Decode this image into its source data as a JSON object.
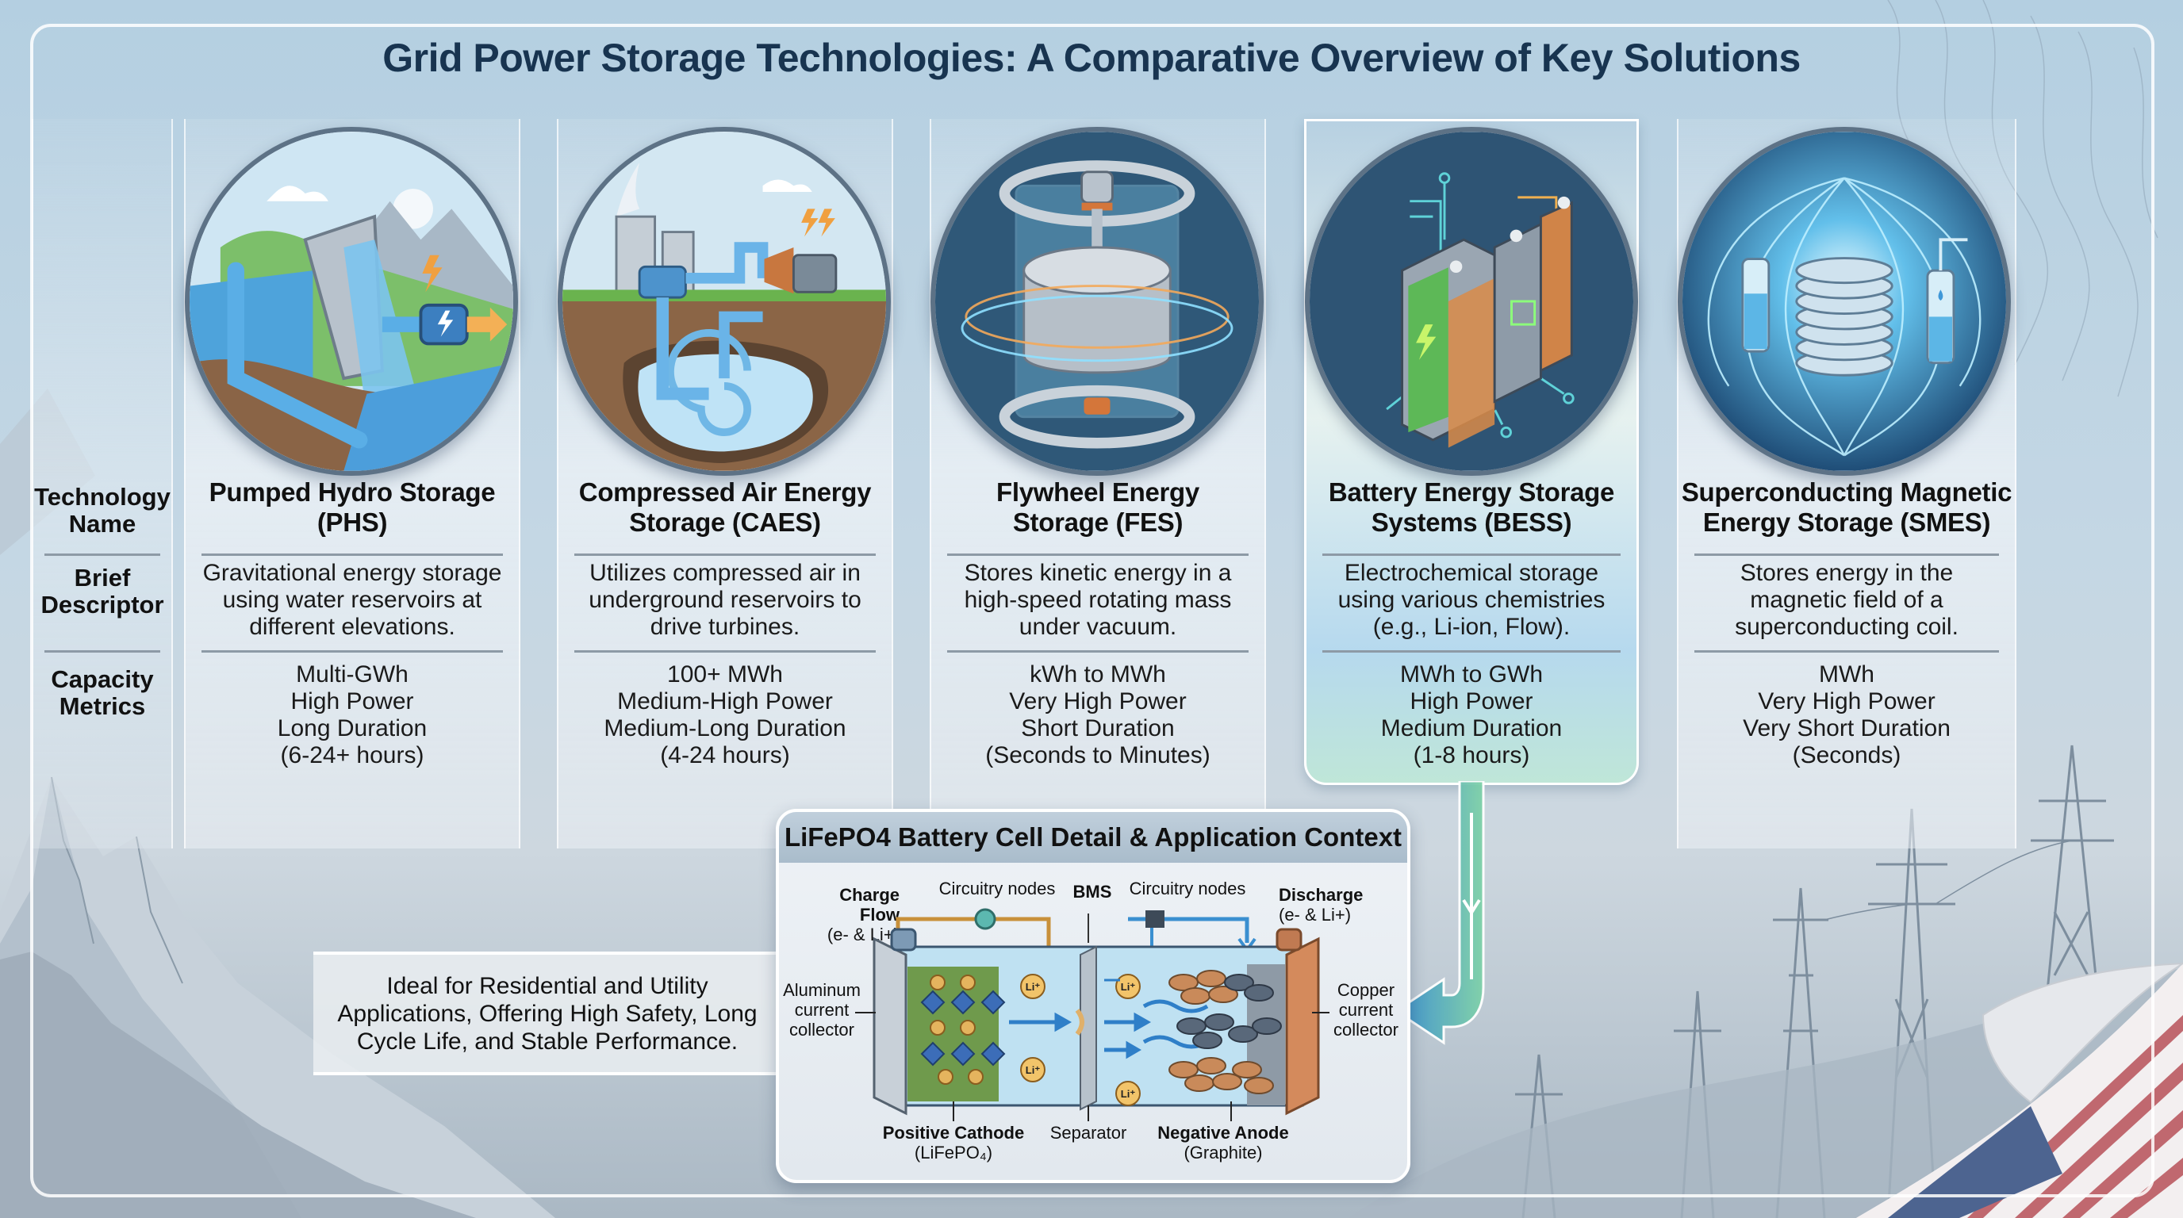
{
  "title": "Grid Power Storage Technologies: A Comparative Overview of Key Solutions",
  "row_labels": {
    "technology_name": "Technology Name",
    "brief_descriptor": "Brief Descriptor",
    "capacity_metrics": "Capacity Metrics"
  },
  "technologies": [
    {
      "id": "phs",
      "icon": "pumped-hydro-dam-icon",
      "name_line1": "Pumped Hydro Storage",
      "name_line2": "(PHS)",
      "descriptor": [
        "Gravitational energy storage",
        "using water reservoirs at",
        "different elevations."
      ],
      "metrics": [
        "Multi-GWh",
        "High Power",
        "Long Duration",
        "(6-24+ hours)"
      ]
    },
    {
      "id": "caes",
      "icon": "compressed-air-cavern-icon",
      "name_line1": "Compressed Air Energy",
      "name_line2": "Storage (CAES)",
      "descriptor": [
        "Utilizes compressed air in",
        "underground reservoirs to",
        "drive turbines."
      ],
      "metrics": [
        "100+ MWh",
        "Medium-High Power",
        "Medium-Long Duration",
        "(4-24 hours)"
      ]
    },
    {
      "id": "fes",
      "icon": "flywheel-icon",
      "name_line1": "Flywheel Energy",
      "name_line2": "Storage (FES)",
      "descriptor": [
        "Stores kinetic energy in a",
        "high-speed rotating mass",
        "under vacuum."
      ],
      "metrics": [
        "kWh to MWh",
        "Very High Power",
        "Short Duration",
        "(Seconds to Minutes)"
      ]
    },
    {
      "id": "bess",
      "icon": "battery-pack-icon",
      "highlighted": true,
      "name_line1": "Battery Energy Storage",
      "name_line2": "Systems (BESS)",
      "descriptor": [
        "Electrochemical storage",
        "using various chemistries",
        "(e.g., Li-ion, Flow)."
      ],
      "metrics": [
        "MWh to GWh",
        "High Power",
        "Medium Duration",
        "(1-8 hours)"
      ]
    },
    {
      "id": "smes",
      "icon": "superconducting-coil-icon",
      "name_line1": "Superconducting Magnetic",
      "name_line2": "Energy Storage (SMES)",
      "descriptor": [
        "Stores energy in the",
        "magnetic field of a",
        "superconducting coil."
      ],
      "metrics": [
        "MWh",
        "Very High Power",
        "Very Short Duration",
        "(Seconds)"
      ]
    }
  ],
  "callout": {
    "text": "Ideal for Residential and Utility Applications, Offering High Safety, Long Cycle Life, and Stable Performance."
  },
  "detail_panel": {
    "title": "LiFePO4 Battery Cell Detail & Application Context",
    "labels": {
      "charge_flow": "Charge Flow",
      "charge_flow_sub": "(e- & Li+)",
      "circuitry_left": "Circuitry nodes",
      "bms": "BMS",
      "circuitry_right": "Circuitry nodes",
      "discharge": "Discharge",
      "discharge_sub": "(e- & Li+)",
      "aluminum_1": "Aluminum",
      "aluminum_2": "current",
      "aluminum_3": "collector",
      "copper_1": "Copper",
      "copper_2": "current",
      "copper_3": "collector",
      "cathode": "Positive Cathode",
      "cathode_sub": "(LiFePO₄)",
      "separator": "Separator",
      "anode": "Negative Anode",
      "anode_sub": "(Graphite)",
      "ion": "Li⁺"
    }
  },
  "colors": {
    "title": "#183450",
    "circle_border": "#5d7286",
    "highlight_blue": "#b6d9ee",
    "highlight_green": "#bfe6d8",
    "arrow_blue": "#3a8fd0",
    "arrow_green": "#7fd2a8",
    "cathode_green": "#6f9a4c",
    "anode_brown": "#c98a5a",
    "anode_grey": "#59687a",
    "copper": "#c7845a",
    "flag_red": "#c0686f",
    "flag_blue": "#4d6490"
  }
}
